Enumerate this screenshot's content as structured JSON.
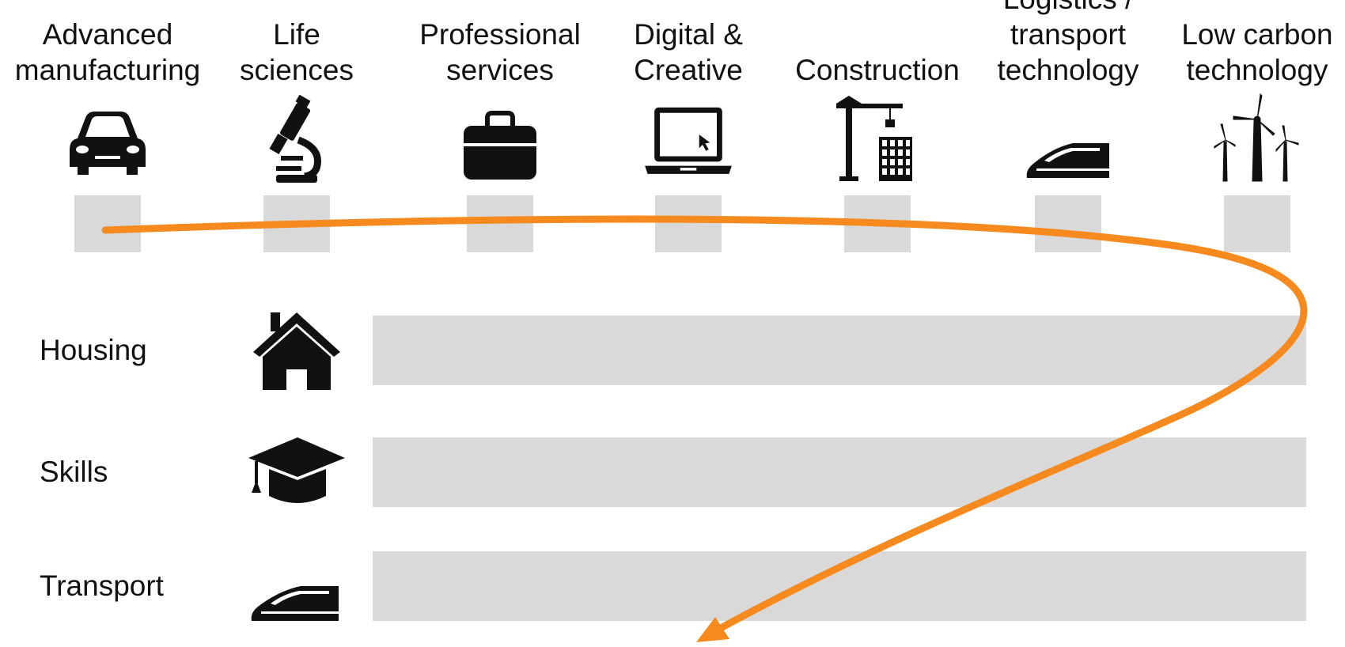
{
  "sectors": [
    {
      "label": "Advanced\nmanufacturing",
      "icon": "car-icon"
    },
    {
      "label": "Life\nsciences",
      "icon": "microscope-icon"
    },
    {
      "label": "Professional\nservices",
      "icon": "briefcase-icon"
    },
    {
      "label": "Digital &\nCreative",
      "icon": "laptop-icon"
    },
    {
      "label": "Construction",
      "icon": "crane-icon"
    },
    {
      "label": "Logistics /\ntransport\ntechnology",
      "icon": "train-icon"
    },
    {
      "label": "Low carbon\ntechnology",
      "icon": "wind-turbine-icon"
    }
  ],
  "themes": [
    {
      "label": "Housing",
      "icon": "house-icon"
    },
    {
      "label": "Skills",
      "icon": "graduation-cap-icon"
    },
    {
      "label": "Transport",
      "icon": "train-icon"
    }
  ],
  "colors": {
    "arrow": "#f68a1e",
    "box": "#d9d9d9",
    "text": "#111111"
  }
}
